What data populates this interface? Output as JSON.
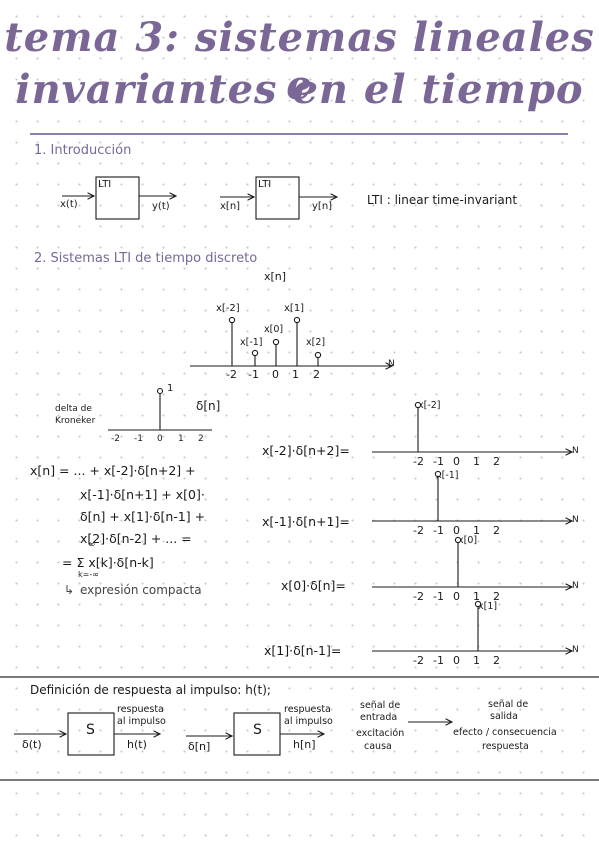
{
  "title": {
    "line1": "tema 3: sistemas lineales e",
    "line2": "invariantes en el tiempo"
  },
  "colors": {
    "accent": "#7a6796",
    "rule": "#8b7fb0",
    "ink": "#1a1a1a"
  },
  "section1": {
    "heading": "1. Introducción",
    "block1": {
      "box_label": "LTI",
      "input": "x(t)",
      "output": "y(t)"
    },
    "block2": {
      "box_label": "LTI",
      "input": "x[n]",
      "output": "y[n]"
    },
    "note": "LTI : linear time-invariant"
  },
  "section2": {
    "heading": "2. Sistemas LTI de tiempo discreto",
    "signal_title": "x[n]",
    "stems": [
      {
        "n": -2,
        "label": "x[-2]"
      },
      {
        "n": -1,
        "label": "x[-1]"
      },
      {
        "n": 0,
        "label": "x[0]"
      },
      {
        "n": 1,
        "label": "x[1]"
      },
      {
        "n": 2,
        "label": "x[2]"
      }
    ],
    "axis_ticks": [
      "-2",
      "-1",
      "0",
      "1",
      "2"
    ],
    "axis_end": "N",
    "delta": {
      "label1": "delta de",
      "label2": "Kroneker",
      "value": "1",
      "name": "δ[n]",
      "ticks": [
        "-2",
        "-1",
        "0",
        "1",
        "2"
      ]
    },
    "expansion": [
      "x[n] = ... + x[-2]·δ[n+2] +",
      "x[-1]·δ[n+1] + x[0]·",
      "δ[n] + x[1]·δ[n-1] +",
      "x[2]·δ[n-2] + ... ="
    ],
    "compact_formula": "= Σ x[k]·δ[n-k]",
    "sum_upper": "∞",
    "sum_lower": "k=-∞",
    "compact_note": "expresión compacta",
    "decomposition": [
      {
        "lhs": "x[-2]·δ[n+2]=",
        "sample": "x[-2]",
        "n": -2
      },
      {
        "lhs": "x[-1]·δ[n+1]=",
        "sample": "x[-1]",
        "n": -1
      },
      {
        "lhs": "x[0]·δ[n]=",
        "sample": "x[0]",
        "n": 0
      },
      {
        "lhs": "x[1]·δ[n-1]=",
        "sample": "x[1]",
        "n": 1
      }
    ]
  },
  "section3": {
    "heading": "Definición de respuesta al impulso: h(t);",
    "block1": {
      "box_label": "S",
      "input": "δ(t)",
      "output": "h(t)",
      "note1": "respuesta",
      "note2": "al impulso"
    },
    "block2": {
      "box_label": "S",
      "input": "δ[n]",
      "output": "h[n]",
      "note1": "respuesta",
      "note2": "al impulso"
    },
    "left_col": [
      "señal de",
      "entrada",
      "excitación",
      "causa"
    ],
    "right_col": [
      "señal de",
      "salida",
      "efecto / consecuencia",
      "respuesta"
    ]
  }
}
